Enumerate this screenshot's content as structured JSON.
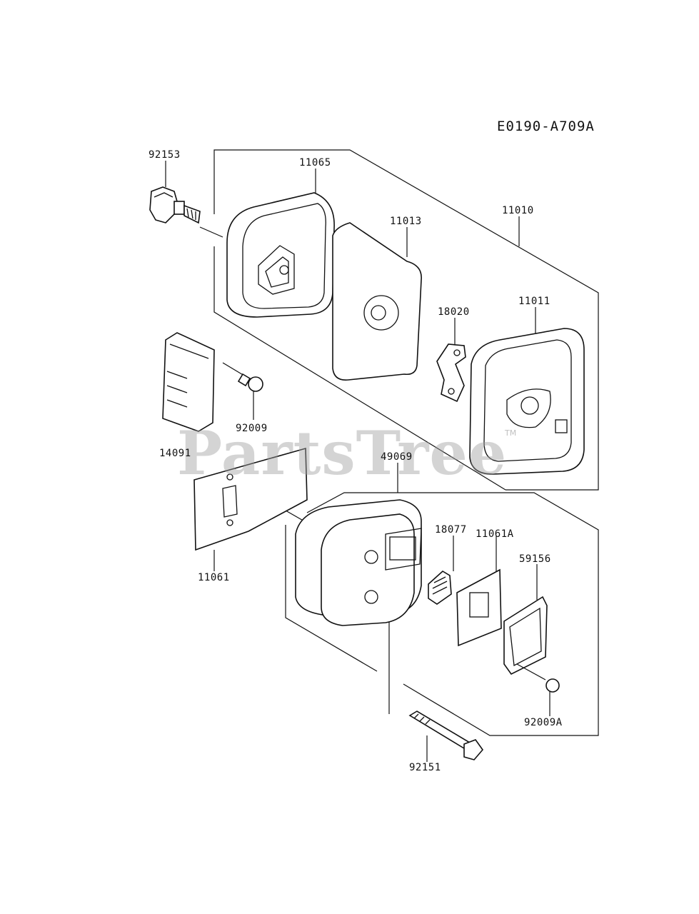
{
  "diagram": {
    "code": "E0190-A709A",
    "watermark": "PartsTree",
    "trademark": "TM",
    "labels": {
      "p92153": "92153",
      "p11065": "11065",
      "p11013": "11013",
      "p11010": "11010",
      "p18020": "18020",
      "p11011": "11011",
      "p92009": "92009",
      "p14091": "14091",
      "p49069": "49069",
      "p18077": "18077",
      "p11061A": "11061A",
      "p59156": "59156",
      "p11061": "11061",
      "p92009A": "92009A",
      "p92151": "92151"
    }
  }
}
